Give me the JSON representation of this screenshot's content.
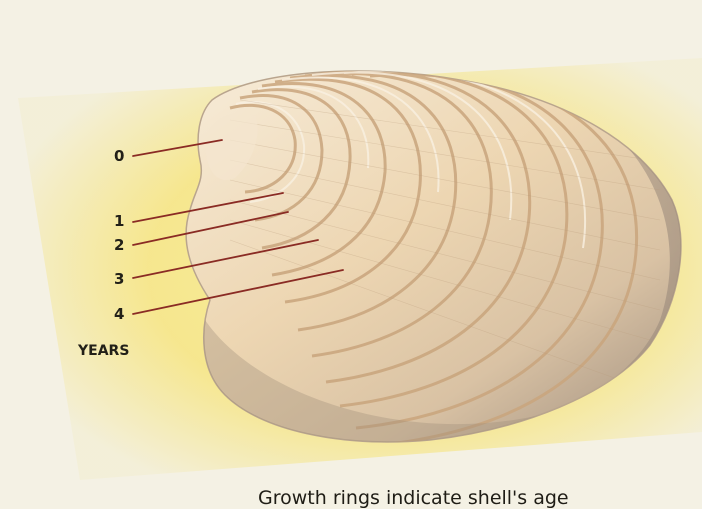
{
  "diagram": {
    "ring_labels": [
      "0",
      "1",
      "2",
      "3",
      "4"
    ],
    "axis_label": "YEARS",
    "caption": "Growth rings indicate shell's age"
  },
  "colors": {
    "background": "#f4f1e4",
    "highlight": "#f6e88a",
    "shell_light": "#f7ecd9",
    "shell_mid": "#e9cda2",
    "shell_dark": "#9c8a78",
    "pointer_line": "#8a2b24"
  }
}
